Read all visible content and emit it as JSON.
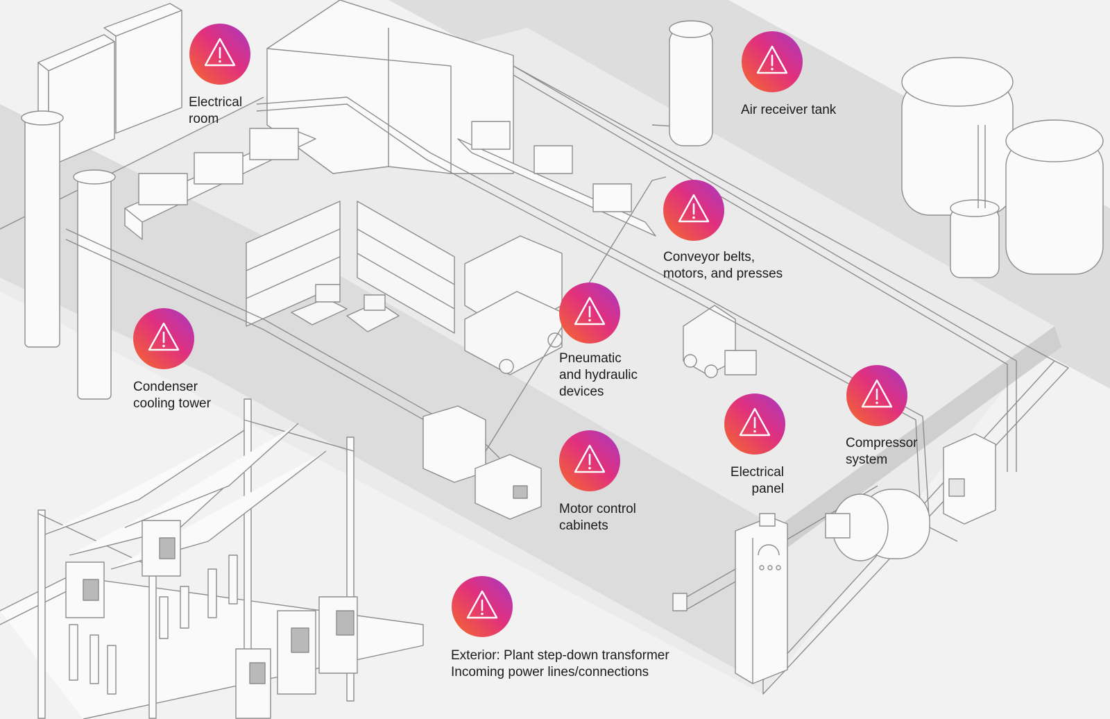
{
  "colors": {
    "background": "#f2f2f2",
    "aisle": "#dcdcdc",
    "floor": "#ebebeb",
    "line_art": "#8c8c8c",
    "icon_gradient_start": "#f56a2a",
    "icon_gradient_mid": "#e0307e",
    "icon_gradient_end": "#a53ac4",
    "icon_glyph": "#ffffff",
    "label_text": "#1a1a1a"
  },
  "hazards": [
    {
      "id": "electrical-room",
      "icon": "warning-triangle-icon",
      "lines": [
        "Electrical",
        "room"
      ]
    },
    {
      "id": "air-receiver-tank",
      "icon": "warning-triangle-icon",
      "lines": [
        "Air receiver tank"
      ]
    },
    {
      "id": "conveyor-belts",
      "icon": "warning-triangle-icon",
      "lines": [
        "Conveyor belts,",
        "motors, and presses"
      ]
    },
    {
      "id": "pneumatic-hydraulic",
      "icon": "warning-triangle-icon",
      "lines": [
        "Pneumatic",
        "and hydraulic",
        "devices"
      ]
    },
    {
      "id": "condenser-cooling-tower",
      "icon": "warning-triangle-icon",
      "lines": [
        "Condenser",
        "cooling tower"
      ]
    },
    {
      "id": "compressor-system",
      "icon": "warning-triangle-icon",
      "lines": [
        "Compressor",
        "system"
      ]
    },
    {
      "id": "electrical-panel",
      "icon": "warning-triangle-icon",
      "lines": [
        "Electrical",
        "panel"
      ]
    },
    {
      "id": "motor-control-cabinets",
      "icon": "warning-triangle-icon",
      "lines": [
        "Motor control",
        "cabinets"
      ]
    },
    {
      "id": "exterior-transformer",
      "icon": "warning-triangle-icon",
      "lines": [
        "Exterior: Plant step-down transformer",
        "Incoming power lines/connections"
      ]
    }
  ]
}
